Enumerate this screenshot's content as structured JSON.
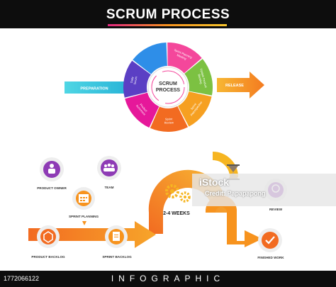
{
  "header": {
    "title": "SCRUM PROCESS"
  },
  "cycle": {
    "center_label": "SCRUM PROCESS",
    "segments": [
      {
        "label": "Sprint Planning Meeting",
        "color": "#f4479b"
      },
      {
        "label": "Update Product Backlog",
        "color": "#7cc142"
      },
      {
        "label": "Sprint Retrospective",
        "color": "#f6a021"
      },
      {
        "label": "Sprint Review",
        "color": "#f26b21"
      },
      {
        "label": "Product Increment",
        "color": "#e6189a"
      },
      {
        "label": "Daily Scrum",
        "color": "#5b3fc4"
      },
      {
        "label": "",
        "color": "#2e8ee8"
      }
    ],
    "preparation_label": "PREPARATION",
    "release_label": "RELEASE"
  },
  "flow": {
    "product_owner": "PRODUCT OWNER",
    "team": "TEAM",
    "sprint_planning": "SPRINT PLANNING",
    "product_backlog": "PRODUCT BACKLOG",
    "sprint_backlog": "SPRINT BACKLOG",
    "weeks": "2-4 WEEKS",
    "review": "REVIEW",
    "finished_work": "FINISHED WORK"
  },
  "footer": {
    "text": "INFOGRAPHIC",
    "image_id": "1772066122"
  },
  "watermark": {
    "line1": "iStock",
    "line2": "Credit: Papapapong"
  },
  "colors": {
    "orange": "#f7931e",
    "yellow": "#f6b521",
    "cyan": "#4fd0e0",
    "purple": "#7a2fa8",
    "dark": "#0d0d0d"
  }
}
